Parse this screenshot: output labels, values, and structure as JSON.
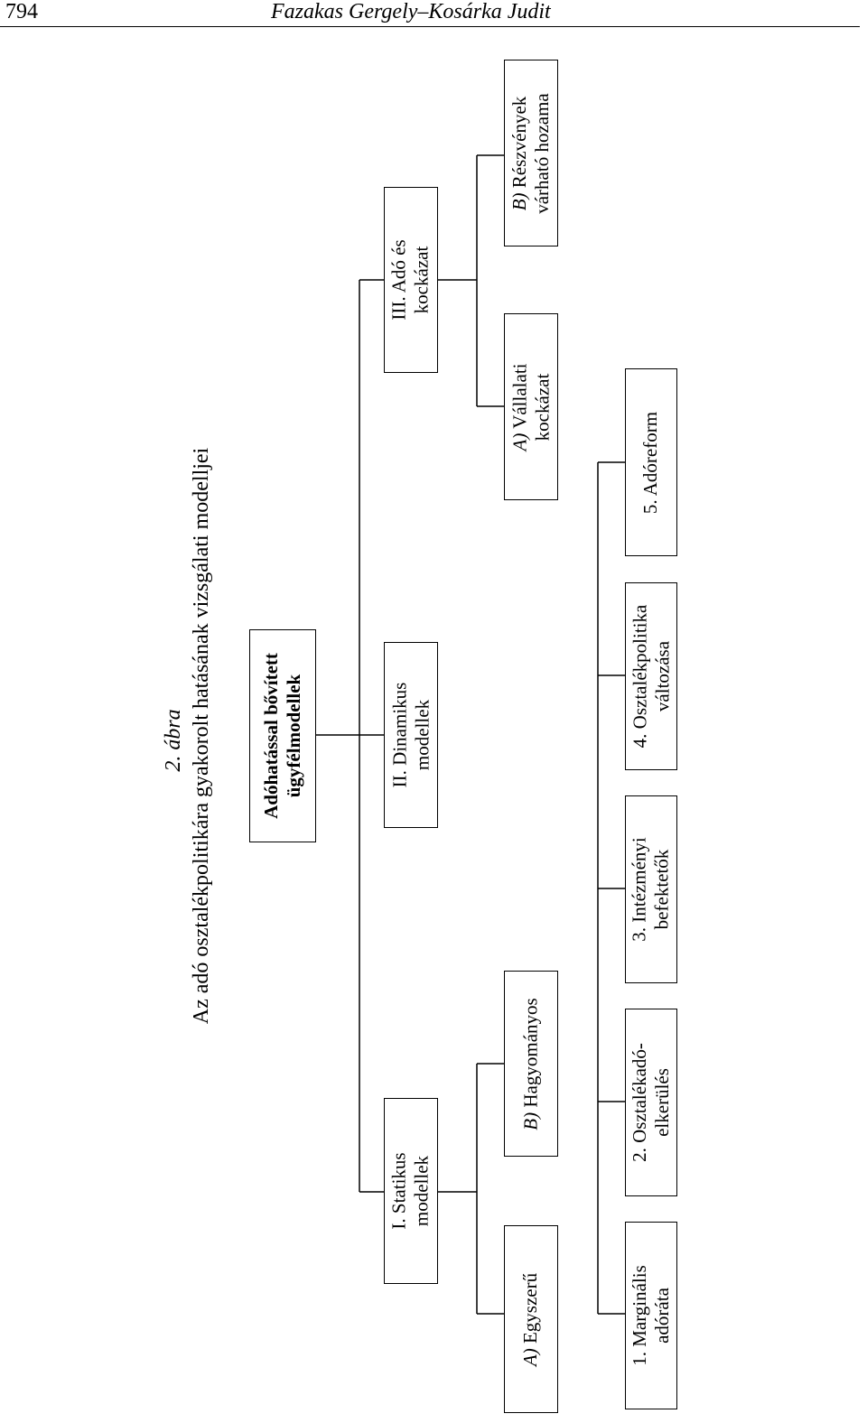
{
  "header": {
    "page_number": "794",
    "running_head": "Fazakas Gergely–Kosárka Judit"
  },
  "caption": {
    "figure_label": "2. ábra",
    "title": "Az adó osztalékpolitikára gyakorolt hatásának vizsgálati modelljei"
  },
  "root": {
    "line1": "Adóhatással bővített",
    "line2": "ügyfélmodellek"
  },
  "level1": {
    "static": {
      "line1": "I. Statikus",
      "line2": "modellek"
    },
    "dynamic": {
      "line1": "II. Dinamikus",
      "line2": "modellek"
    },
    "risk": {
      "line1": "III. Adó és",
      "line2": "kockázat"
    }
  },
  "static_children": {
    "a": {
      "prefix": "A)",
      "text": " Egyszerű"
    },
    "b": {
      "prefix": "B)",
      "text": " Hagyományos"
    }
  },
  "risk_children": {
    "a": {
      "prefix": "A)",
      "text1": " Vállalati",
      "line2": "kockázat"
    },
    "b": {
      "prefix": "B)",
      "text1": " Részvények",
      "line2": "várható hozama"
    }
  },
  "numbered": [
    {
      "line1": "1. Marginális",
      "line2": "adóráta"
    },
    {
      "line1": "2. Osztalékadó-",
      "line2": "elkerülés"
    },
    {
      "line1": "3. Intézményi",
      "line2": "befektetők"
    },
    {
      "line1": "4. Osztalékpolitika",
      "line2": "változása"
    },
    {
      "line1": "5. Adóreform",
      "line2": ""
    }
  ]
}
